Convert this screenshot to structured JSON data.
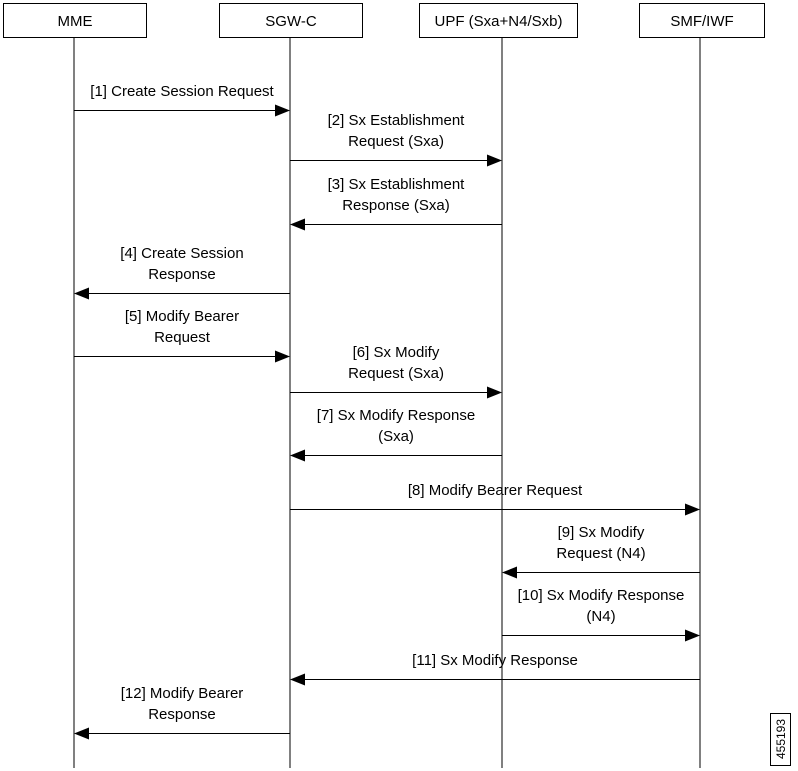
{
  "actors": [
    {
      "id": "mme",
      "label": "MME"
    },
    {
      "id": "sgwc",
      "label": "SGW-C"
    },
    {
      "id": "upf",
      "label": "UPF (Sxa+N4/Sxb)"
    },
    {
      "id": "smf",
      "label": "SMF/IWF"
    }
  ],
  "messages": [
    {
      "from": "mme",
      "to": "sgwc",
      "lines": [
        "[1] Create Session Request"
      ]
    },
    {
      "from": "sgwc",
      "to": "upf",
      "lines": [
        "[2] Sx Establishment",
        "Request (Sxa)"
      ]
    },
    {
      "from": "upf",
      "to": "sgwc",
      "lines": [
        "[3] Sx Establishment",
        "Response (Sxa)"
      ]
    },
    {
      "from": "sgwc",
      "to": "mme",
      "lines": [
        "[4] Create Session",
        "Response"
      ]
    },
    {
      "from": "mme",
      "to": "sgwc",
      "lines": [
        "[5] Modify Bearer",
        "Request"
      ]
    },
    {
      "from": "sgwc",
      "to": "upf",
      "lines": [
        "[6] Sx Modify",
        "Request (Sxa)"
      ]
    },
    {
      "from": "upf",
      "to": "sgwc",
      "lines": [
        "[7] Sx Modify Response",
        "(Sxa)"
      ]
    },
    {
      "from": "sgwc",
      "to": "smf",
      "lines": [
        "[8] Modify Bearer Request"
      ]
    },
    {
      "from": "smf",
      "to": "upf",
      "lines": [
        "[9] Sx Modify",
        "Request (N4)"
      ]
    },
    {
      "from": "upf",
      "to": "smf",
      "lines": [
        "[10] Sx Modify Response",
        "(N4)"
      ]
    },
    {
      "from": "smf",
      "to": "sgwc",
      "lines": [
        "[11] Sx Modify Response"
      ]
    },
    {
      "from": "sgwc",
      "to": "mme",
      "lines": [
        "[12] Modify Bearer",
        "Response"
      ]
    }
  ],
  "figure_id": "455193"
}
